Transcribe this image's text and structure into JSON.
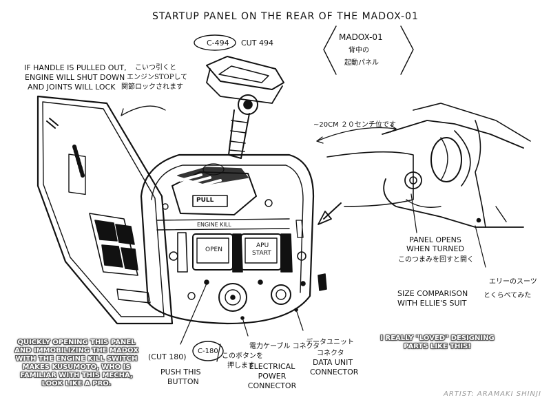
{
  "title": "STARTUP PANEL ON THE REAR OF THE MADOX-01",
  "header_box": {
    "cut_badge": "C-494",
    "cut_label": "CUT 494",
    "box_line1": "MADOX-01",
    "box_line2": "背中の",
    "box_line3": "起動パネル"
  },
  "handle_note": {
    "line1": "IF HANDLE IS PULLED OUT,",
    "line2": "ENGINE WILL SHUT DOWN",
    "line3": "AND JOINTS WILL LOCK",
    "jp1": "こいつ引くと",
    "jp2": "エンジンSTOPして",
    "jp3": "関節ロックされます"
  },
  "size_note": {
    "text": "~20CM ２０センチ位です"
  },
  "panel_labels": {
    "handle_plate": "PULL",
    "engine_kill": "ENGINE KILL",
    "open_button": "OPEN",
    "apu_button_line1": "APU",
    "apu_button_line2": "START"
  },
  "panel_opens": {
    "line1": "PANEL OPENS",
    "line2": "WHEN TURNED",
    "jp": "このつまみを回すと開く"
  },
  "size_comparison": {
    "line1": "SIZE COMPARISON",
    "line2": "WITH ELLIE'S SUIT",
    "jp1": "エリーのスーツ",
    "jp2": "とくらべてみた"
  },
  "cut180": {
    "badge": "C-180",
    "label": "(CUT 180)",
    "jp1": "このボタンを",
    "jp2": "押します",
    "line1": "PUSH THIS",
    "line2": "BUTTON"
  },
  "electrical": {
    "jp": "電力ケーブル コネクタ",
    "line1": "ELECTRICAL",
    "line2": "POWER",
    "line3": "CONNECTOR"
  },
  "data_unit": {
    "jp1": "データユニット",
    "jp2": "コネクタ",
    "line1": "DATA UNIT",
    "line2": "CONNECTOR"
  },
  "left_caption": {
    "line1": "QUICKLY OPENING THIS PANEL",
    "line2": "AND IMMOBILIZING THE MADOX",
    "line3": "WITH THE ENGINE KILL SWITCH",
    "line4": "MAKES KUSUMOTO, WHO IS",
    "line5": "FAMILIAR WITH THIS MECHA,",
    "line6": "LOOK LIKE A PRO."
  },
  "right_caption": {
    "line1": "I REALLY \"LOVED\" DESIGNING",
    "line2": "PARTS LIKE THIS!"
  },
  "artist": "ARTIST: ARAMAKI SHINJI"
}
